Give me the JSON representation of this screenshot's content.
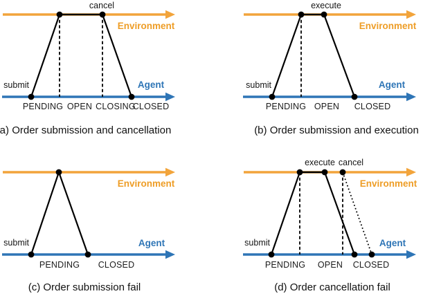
{
  "figure": {
    "colors": {
      "environment_orange": "#F2A43B",
      "agent_blue": "#2E75B6",
      "transition_black": "#000000"
    },
    "panels": [
      {
        "id": "a",
        "caption": "(a) Order submission and cancellation",
        "environment_label": "Environment",
        "agent_label": "Agent",
        "submit_label": "submit",
        "event_labels": [
          "cancel"
        ],
        "states": [
          "PENDING",
          "OPEN",
          "CLOSING",
          "CLOSED"
        ]
      },
      {
        "id": "b",
        "caption": "(b) Order submission and execution",
        "environment_label": "Environment",
        "agent_label": "Agent",
        "submit_label": "submit",
        "event_labels": [
          "execute"
        ],
        "states": [
          "PENDING",
          "OPEN",
          "CLOSED"
        ]
      },
      {
        "id": "c",
        "caption": "(c) Order submission fail",
        "environment_label": "Environment",
        "agent_label": "Agent",
        "submit_label": "submit",
        "event_labels": [],
        "states": [
          "PENDING",
          "CLOSED"
        ]
      },
      {
        "id": "d",
        "caption": "(d) Order cancellation fail",
        "environment_label": "Environment",
        "agent_label": "Agent",
        "submit_label": "submit",
        "event_labels": [
          "execute",
          "cancel"
        ],
        "states": [
          "PENDING",
          "OPEN",
          "CLOSED"
        ]
      }
    ]
  }
}
